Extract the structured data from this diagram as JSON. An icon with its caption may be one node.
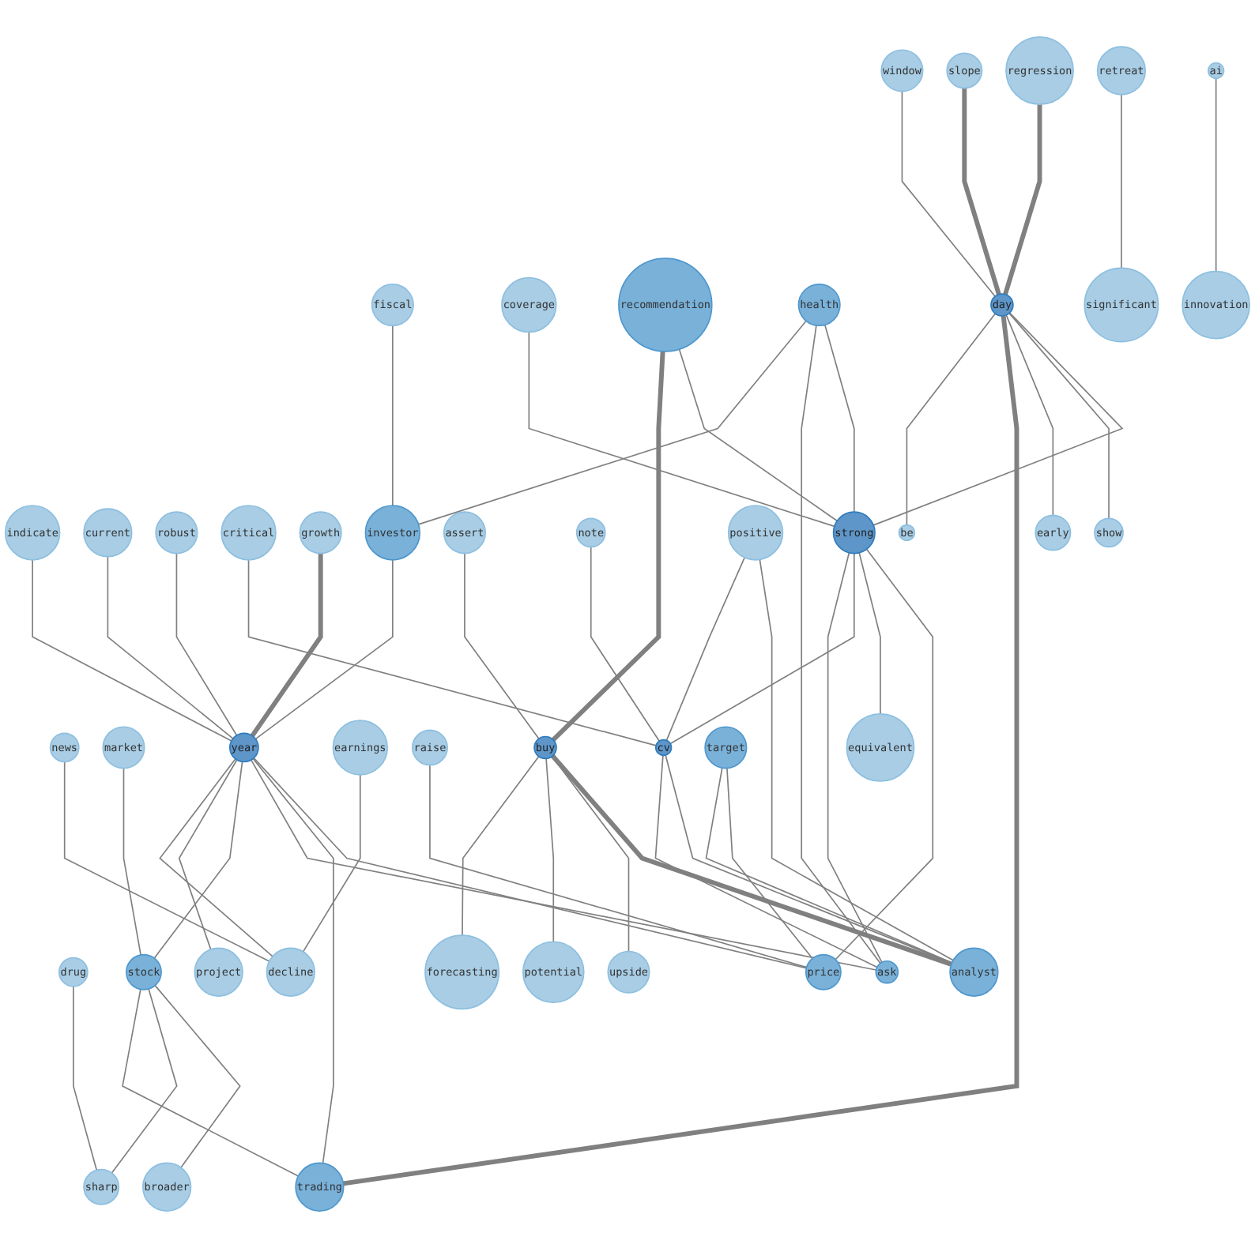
{
  "diagram": {
    "nodes": [
      {
        "text": [
          "indicate"
        ]
      },
      {
        "text": [
          "current"
        ]
      },
      {
        "text": [
          "robust"
        ]
      },
      {
        "text": [
          "fiscal"
        ]
      },
      {
        "text": [
          "window"
        ]
      },
      {
        "text": [
          "coverage"
        ]
      },
      {
        "text": [
          "critical"
        ]
      },
      {
        "text": [
          "recommendation"
        ]
      },
      {
        "text": [
          "growth"
        ]
      },
      {
        "text": [
          "drug"
        ]
      },
      {
        "text": [
          "investor"
        ]
      },
      {
        "text": [
          "retreat"
        ]
      },
      {
        "text": [
          "news"
        ]
      },
      {
        "text": [
          "assert"
        ]
      },
      {
        "text": [
          "market"
        ]
      },
      {
        "text": [
          "year"
        ]
      },
      {
        "text": [
          "decline"
        ]
      },
      {
        "text": [
          "note"
        ]
      },
      {
        "text": [
          "earnings"
        ]
      },
      {
        "text": [
          "raise"
        ]
      },
      {
        "text": [
          "buy"
        ]
      },
      {
        "text": [
          "forecasting"
        ]
      },
      {
        "text": [
          "health"
        ]
      },
      {
        "text": [
          "project"
        ]
      },
      {
        "text": [
          "strong"
        ]
      },
      {
        "text": [
          "stock"
        ]
      },
      {
        "text": [
          "positive"
        ]
      },
      {
        "text": [
          "ask"
        ]
      },
      {
        "text": [
          "cv"
        ]
      },
      {
        "text": [
          "slope"
        ]
      },
      {
        "text": [
          "regression"
        ]
      },
      {
        "text": [
          "day"
        ]
      },
      {
        "text": [
          "potential"
        ]
      },
      {
        "text": [
          "upside"
        ]
      },
      {
        "text": [
          "ai"
        ]
      },
      {
        "text": [
          "trading"
        ]
      },
      {
        "text": [
          "analyst"
        ]
      },
      {
        "text": [
          "significant"
        ]
      },
      {
        "text": [
          "be"
        ]
      },
      {
        "text": [
          "early"
        ]
      },
      {
        "text": [
          "target"
        ]
      },
      {
        "text": [
          "broader"
        ]
      },
      {
        "text": [
          "price"
        ]
      },
      {
        "text": [
          "sharp"
        ]
      },
      {
        "text": [
          "equivalent"
        ]
      },
      {
        "text": [
          "innovation"
        ]
      },
      {
        "text": [
          "show"
        ]
      }
    ],
    "edges": [
      {
        "from": 0,
        "to": 15,
        "arrow": "none"
      },
      {
        "from": 1,
        "to": 15,
        "arrow": "none"
      },
      {
        "from": 2,
        "to": 15,
        "arrow": "none"
      },
      {
        "from": 3,
        "to": 10,
        "arrow": "none"
      },
      {
        "from": 4,
        "to": 31,
        "arrow": "none"
      },
      {
        "from": 5,
        "to": 24,
        "arrow": "none"
      },
      {
        "from": 6,
        "to": 28,
        "arrow": "none"
      },
      {
        "from": 7,
        "to": 20,
        "arrow": "none",
        "style": "thick"
      },
      {
        "from": 7,
        "to": 24,
        "arrow": "none"
      },
      {
        "from": 8,
        "to": 15,
        "arrow": "none",
        "style": "thick"
      },
      {
        "from": 9,
        "to": 43,
        "arrow": "none"
      },
      {
        "from": 10,
        "to": 15,
        "arrow": "none"
      },
      {
        "from": 11,
        "to": 37,
        "arrow": "none"
      },
      {
        "from": 12,
        "to": 16,
        "arrow": "none"
      },
      {
        "from": 13,
        "to": 20,
        "arrow": "none"
      },
      {
        "from": 14,
        "to": 25,
        "arrow": "none"
      },
      {
        "from": 15,
        "to": 16,
        "arrow": "none"
      },
      {
        "from": 15,
        "to": 23,
        "arrow": "none"
      },
      {
        "from": 15,
        "to": 25,
        "arrow": "none"
      },
      {
        "from": 15,
        "to": 27,
        "arrow": "none"
      },
      {
        "from": 15,
        "to": 35,
        "arrow": "none"
      },
      {
        "from": 15,
        "to": 42,
        "arrow": "none"
      },
      {
        "from": 17,
        "to": 28,
        "arrow": "none"
      },
      {
        "from": 18,
        "to": 16,
        "arrow": "none"
      },
      {
        "from": 19,
        "to": 42,
        "arrow": "none"
      },
      {
        "from": 20,
        "to": 21,
        "arrow": "none"
      },
      {
        "from": 20,
        "to": 32,
        "arrow": "none"
      },
      {
        "from": 20,
        "to": 33,
        "arrow": "none"
      },
      {
        "from": 20,
        "to": 36,
        "arrow": "none",
        "style": "thick"
      },
      {
        "from": 22,
        "to": 10,
        "arrow": "none"
      },
      {
        "from": 22,
        "to": 27,
        "arrow": "none"
      },
      {
        "from": 22,
        "to": 24,
        "arrow": "none"
      },
      {
        "from": 24,
        "to": 27,
        "arrow": "none"
      },
      {
        "from": 24,
        "to": 28,
        "arrow": "none"
      },
      {
        "from": 24,
        "to": 44,
        "arrow": "none"
      },
      {
        "from": 24,
        "to": 42,
        "arrow": "none"
      },
      {
        "from": 25,
        "to": 35,
        "arrow": "none"
      },
      {
        "from": 25,
        "to": 43,
        "arrow": "none"
      },
      {
        "from": 25,
        "to": 41,
        "arrow": "none"
      },
      {
        "from": 26,
        "to": 28,
        "arrow": "none"
      },
      {
        "from": 26,
        "to": 36,
        "arrow": "none"
      },
      {
        "from": 28,
        "to": 27,
        "arrow": "none"
      },
      {
        "from": 28,
        "to": 36,
        "arrow": "none"
      },
      {
        "from": 29,
        "to": 31,
        "arrow": "none",
        "style": "thick"
      },
      {
        "from": 30,
        "to": 31,
        "arrow": "none",
        "style": "thick"
      },
      {
        "from": 31,
        "to": 38,
        "arrow": "none"
      },
      {
        "from": 31,
        "to": 35,
        "arrow": "none",
        "style": "thick"
      },
      {
        "from": 31,
        "to": 39,
        "arrow": "none"
      },
      {
        "from": 31,
        "to": 46,
        "arrow": "none"
      },
      {
        "from": 31,
        "to": 24,
        "arrow": "none"
      },
      {
        "from": 34,
        "to": 45,
        "arrow": "none"
      },
      {
        "from": 40,
        "to": 36,
        "arrow": "none"
      },
      {
        "from": 40,
        "to": 42,
        "arrow": "none"
      }
    ]
  }
}
